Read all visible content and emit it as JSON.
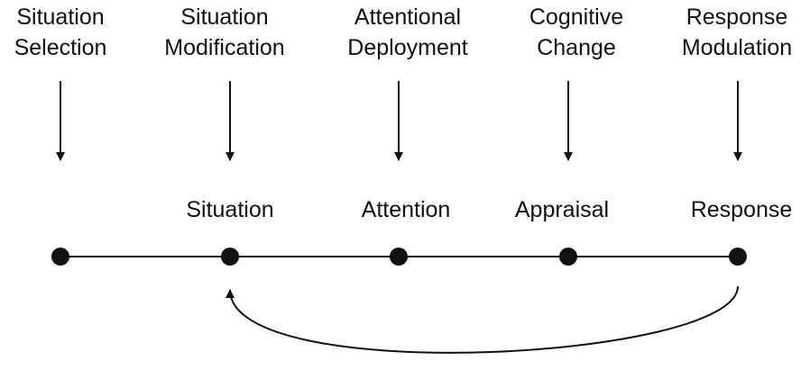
{
  "strategies": [
    {
      "line1": "Situation",
      "line2": "Selection"
    },
    {
      "line1": "Situation",
      "line2": "Modification"
    },
    {
      "line1": "Attentional",
      "line2": "Deployment"
    },
    {
      "line1": "Cognitive",
      "line2": "Change"
    },
    {
      "line1": "Response",
      "line2": "Modulation"
    }
  ],
  "stages": [
    "Situation",
    "Attention",
    "Appraisal",
    "Response"
  ],
  "colors": {
    "ink": "#111111",
    "background": "#ffffff"
  }
}
